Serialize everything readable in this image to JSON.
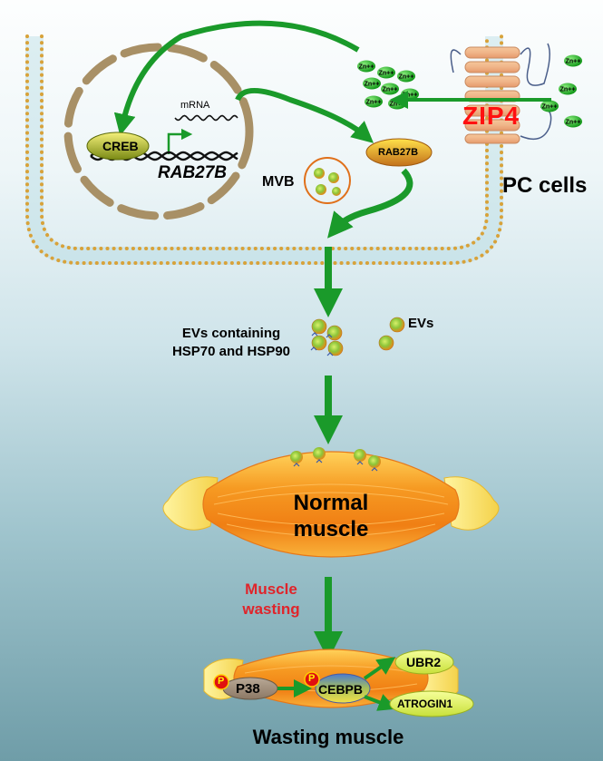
{
  "cell": {
    "cell_type_label": "PC cells",
    "transporter_label": "ZIP4",
    "ion_label": "Zn++",
    "transcription_factor_label": "CREB",
    "gene_label": "RAB27B",
    "mrna_label": "mRNA",
    "protein_label": "RAB27B",
    "mvb_label": "MVB"
  },
  "secretion": {
    "evs_cargo_label": "EVs containing\nHSP70 and HSP90",
    "evs_label": "EVs"
  },
  "normal_muscle": {
    "label": "Normal\nmuscle"
  },
  "wasting_step": {
    "label": "Muscle\nwasting",
    "color": "#e0242a"
  },
  "wasting_muscle": {
    "label": "Wasting muscle",
    "p38_label": "P38",
    "cebpb_label": "CEBPB",
    "phospho_label": "P",
    "ubr2_label": "UBR2",
    "atrogin_label": "ATROGIN1"
  },
  "colors": {
    "arrow_green": "#1a9a2a",
    "membrane_gold": "#d8a23a",
    "nucleus_brown": "#a89066",
    "zip4_red": "#ff1010",
    "zinc_green": "#27c22a",
    "muscle_orange": "#f48a1a"
  }
}
